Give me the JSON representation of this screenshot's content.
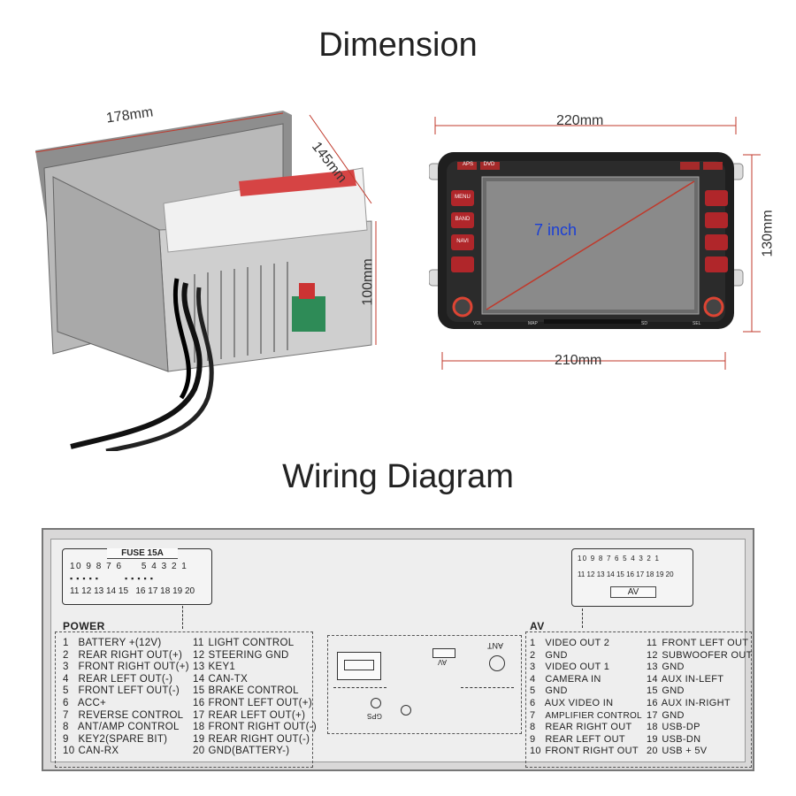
{
  "dimension": {
    "title": "Dimension",
    "side_view": {
      "width": "178mm",
      "depth": "145mm",
      "height": "100mm"
    },
    "front_view": {
      "top_width": "220mm",
      "bottom_width": "210mm",
      "height": "130mm",
      "screen": "7 inch",
      "top_buttons": [
        "APS",
        "DVD"
      ],
      "left_buttons": [
        "MENU",
        "BAND",
        "NAVI"
      ],
      "bottom_labels": [
        "VOL",
        "MAP",
        "SD",
        "SEL"
      ]
    }
  },
  "wiring": {
    "title": "Wiring Diagram",
    "fuse": "FUSE 15A",
    "power": {
      "title": "POWER",
      "top_row": [
        "10",
        "9",
        "8",
        "7",
        "6",
        "5",
        "4",
        "3",
        "2",
        "1"
      ],
      "bottom_row": [
        "11",
        "12",
        "13",
        "14",
        "15",
        "16",
        "17",
        "18",
        "19",
        "20"
      ],
      "pins_left": [
        {
          "n": "1",
          "label": "BATTERY +(12V)"
        },
        {
          "n": "2",
          "label": "REAR RIGHT OUT(+)"
        },
        {
          "n": "3",
          "label": "FRONT RIGHT OUT(+)"
        },
        {
          "n": "4",
          "label": "REAR LEFT OUT(-)"
        },
        {
          "n": "5",
          "label": "FRONT LEFT OUT(-)"
        },
        {
          "n": "6",
          "label": "ACC+"
        },
        {
          "n": "7",
          "label": "REVERSE CONTROL"
        },
        {
          "n": "8",
          "label": "ANT/AMP CONTROL"
        },
        {
          "n": "9",
          "label": "KEY2(SPARE BIT)"
        },
        {
          "n": "10",
          "label": "CAN-RX"
        }
      ],
      "pins_right": [
        {
          "n": "11",
          "label": "LIGHT CONTROL"
        },
        {
          "n": "12",
          "label": "STEERING GND"
        },
        {
          "n": "13",
          "label": "KEY1"
        },
        {
          "n": "14",
          "label": "CAN-TX"
        },
        {
          "n": "15",
          "label": "BRAKE CONTROL"
        },
        {
          "n": "16",
          "label": "FRONT LEFT OUT(+)"
        },
        {
          "n": "17",
          "label": "REAR LEFT OUT(+)"
        },
        {
          "n": "18",
          "label": "FRONT RIGHT OUT(-)"
        },
        {
          "n": "19",
          "label": "REAR RIGHT OUT(-)"
        },
        {
          "n": "20",
          "label": "GND(BATTERY-)"
        }
      ]
    },
    "middle": {
      "av": "AV",
      "ant": "ANT",
      "gps": "GPS"
    },
    "av": {
      "title": "AV",
      "connector_label": "AV",
      "top_row": [
        "10",
        "9",
        "8",
        "7",
        "6",
        "5",
        "4",
        "3",
        "2",
        "1"
      ],
      "bottom_row": [
        "11",
        "12",
        "13",
        "14",
        "15",
        "16",
        "17",
        "18",
        "19",
        "20"
      ],
      "pins_left": [
        {
          "n": "1",
          "label": "VIDEO OUT 2"
        },
        {
          "n": "2",
          "label": "GND"
        },
        {
          "n": "3",
          "label": "VIDEO OUT 1"
        },
        {
          "n": "4",
          "label": "CAMERA IN"
        },
        {
          "n": "5",
          "label": "GND"
        },
        {
          "n": "6",
          "label": "AUX VIDEO IN"
        },
        {
          "n": "7",
          "label": "AMPLIFIER CONTROL"
        },
        {
          "n": "8",
          "label": "REAR RIGHT OUT"
        },
        {
          "n": "9",
          "label": "REAR LEFT OUT"
        },
        {
          "n": "10",
          "label": "FRONT RIGHT OUT"
        }
      ],
      "pins_right": [
        {
          "n": "11",
          "label": "FRONT LEFT OUT"
        },
        {
          "n": "12",
          "label": "SUBWOOFER OUT"
        },
        {
          "n": "13",
          "label": "GND"
        },
        {
          "n": "14",
          "label": "AUX IN-LEFT"
        },
        {
          "n": "15",
          "label": "GND"
        },
        {
          "n": "16",
          "label": "AUX IN-RIGHT"
        },
        {
          "n": "17",
          "label": "GND"
        },
        {
          "n": "18",
          "label": "USB-DP"
        },
        {
          "n": "19",
          "label": "USB-DN"
        },
        {
          "n": "20",
          "label": "USB + 5V"
        }
      ]
    }
  }
}
